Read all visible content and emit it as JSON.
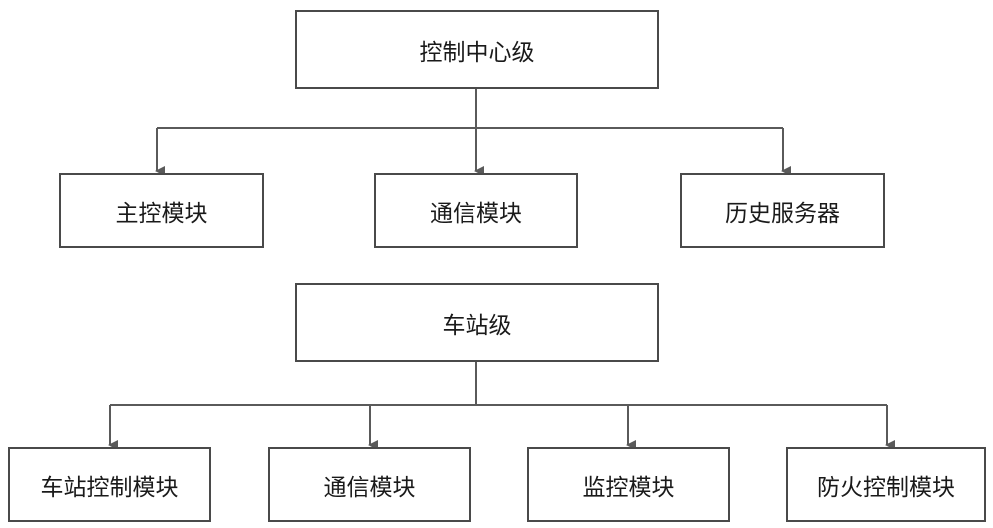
{
  "colors": {
    "stroke": "#5a5a5a",
    "text": "#1a1a1a",
    "background": "#ffffff"
  },
  "control_center": {
    "title": "控制中心级",
    "children": [
      "主控模块",
      "通信模块",
      "历史服务器"
    ]
  },
  "station": {
    "title": "车站级",
    "children": [
      "车站控制模块",
      "通信模块",
      "监控模块",
      "防火控制模块"
    ]
  }
}
